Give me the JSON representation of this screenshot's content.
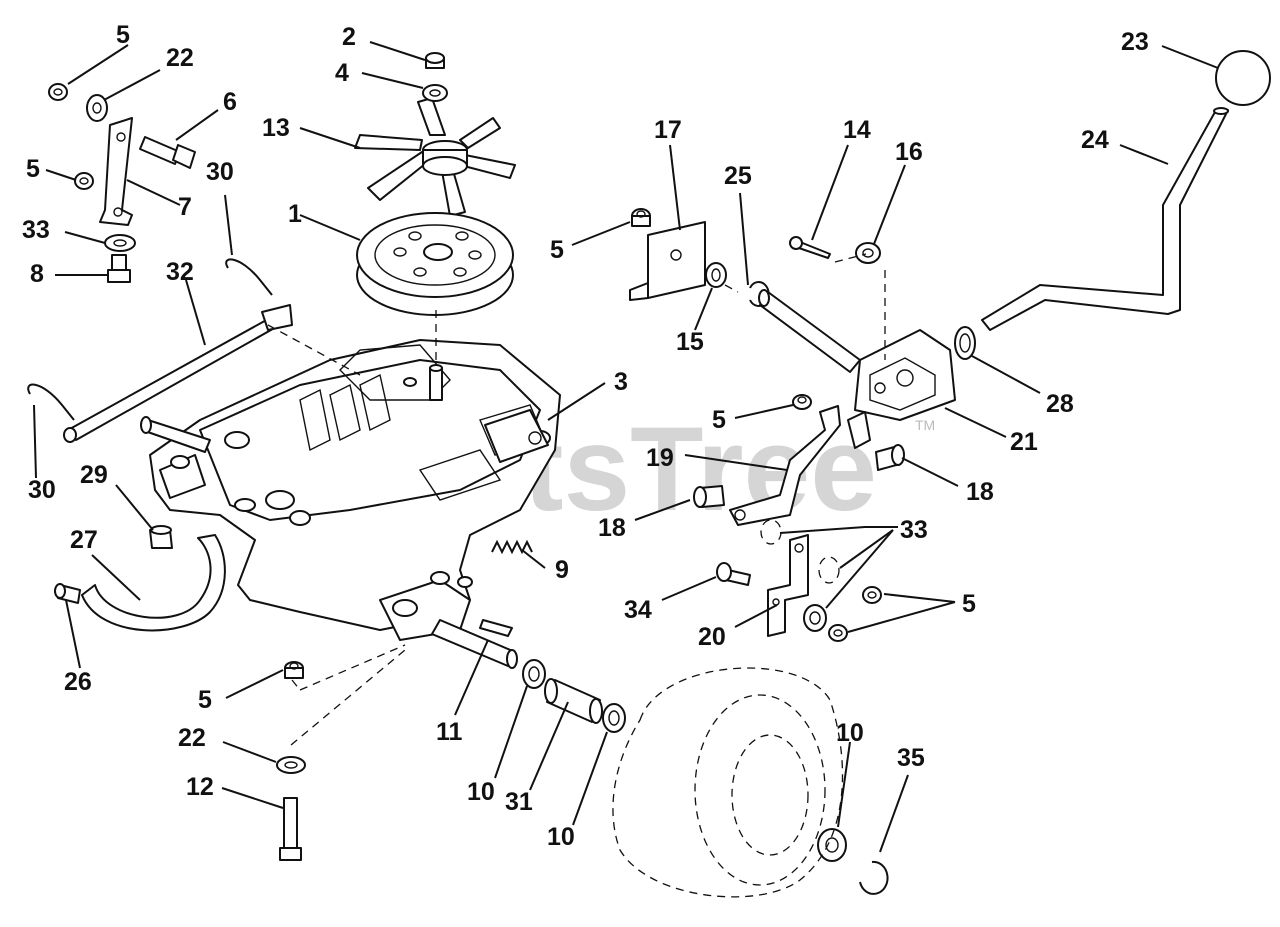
{
  "watermark": {
    "text": "PartsTree",
    "tm": "TM"
  },
  "callouts": [
    {
      "id": "c5a",
      "text": "5"
    },
    {
      "id": "c22a",
      "text": "22"
    },
    {
      "id": "c6",
      "text": "6"
    },
    {
      "id": "c13",
      "text": "13"
    },
    {
      "id": "c2",
      "text": "2"
    },
    {
      "id": "c4",
      "text": "4"
    },
    {
      "id": "c23",
      "text": "23"
    },
    {
      "id": "c24",
      "text": "24"
    },
    {
      "id": "c5b",
      "text": "5"
    },
    {
      "id": "c7",
      "text": "7"
    },
    {
      "id": "c30a",
      "text": "30"
    },
    {
      "id": "c33a",
      "text": "33"
    },
    {
      "id": "c8",
      "text": "8"
    },
    {
      "id": "c1",
      "text": "1"
    },
    {
      "id": "c32",
      "text": "32"
    },
    {
      "id": "c17",
      "text": "17"
    },
    {
      "id": "c14",
      "text": "14"
    },
    {
      "id": "c16",
      "text": "16"
    },
    {
      "id": "c25",
      "text": "25"
    },
    {
      "id": "c5c",
      "text": "5"
    },
    {
      "id": "c15",
      "text": "15"
    },
    {
      "id": "c3",
      "text": "3"
    },
    {
      "id": "c28",
      "text": "28"
    },
    {
      "id": "c5d",
      "text": "5"
    },
    {
      "id": "c21",
      "text": "21"
    },
    {
      "id": "c30b",
      "text": "30"
    },
    {
      "id": "c29",
      "text": "29"
    },
    {
      "id": "c19",
      "text": "19"
    },
    {
      "id": "c18a",
      "text": "18"
    },
    {
      "id": "c18b",
      "text": "18"
    },
    {
      "id": "c33b",
      "text": "33"
    },
    {
      "id": "c27",
      "text": "27"
    },
    {
      "id": "c9",
      "text": "9"
    },
    {
      "id": "c34",
      "text": "34"
    },
    {
      "id": "c20",
      "text": "20"
    },
    {
      "id": "c5e",
      "text": "5"
    },
    {
      "id": "c26",
      "text": "26"
    },
    {
      "id": "c5f",
      "text": "5"
    },
    {
      "id": "c11",
      "text": "11"
    },
    {
      "id": "c22b",
      "text": "22"
    },
    {
      "id": "c10a",
      "text": "10"
    },
    {
      "id": "c35",
      "text": "35"
    },
    {
      "id": "c12",
      "text": "12"
    },
    {
      "id": "c31",
      "text": "31"
    },
    {
      "id": "c10b",
      "text": "10"
    },
    {
      "id": "c10c",
      "text": "10"
    }
  ]
}
